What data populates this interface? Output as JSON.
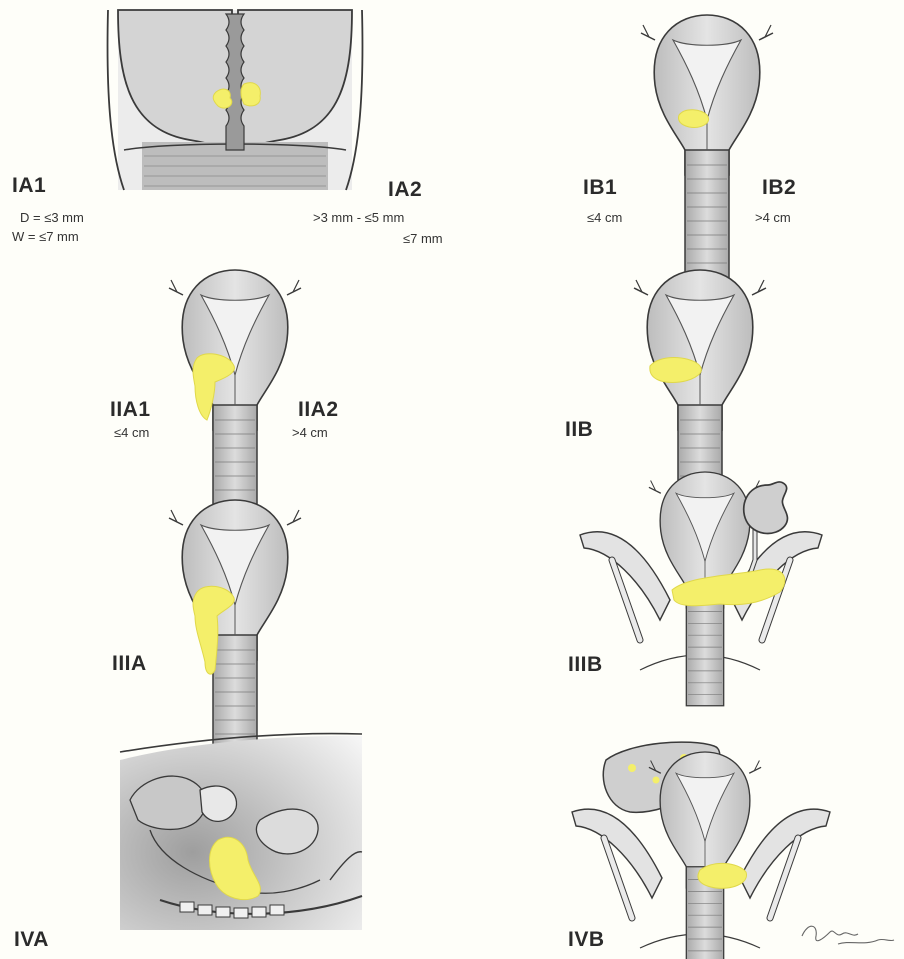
{
  "stages": {
    "ia1": {
      "label": "IA1",
      "depth": "D = ≤3 mm",
      "width": "W = ≤7 mm"
    },
    "ia2": {
      "label": "IA2",
      "depth": ">3 mm - ≤5 mm",
      "width": "≤7 mm"
    },
    "ib1": {
      "label": "IB1",
      "size": "≤4 cm"
    },
    "ib2": {
      "label": "IB2",
      "size": ">4 cm"
    },
    "iia1": {
      "label": "IIA1",
      "size": "≤4 cm"
    },
    "iia2": {
      "label": "IIA2",
      "size": ">4 cm"
    },
    "iib": {
      "label": "IIB"
    },
    "iiia": {
      "label": "IIIA"
    },
    "iiib": {
      "label": "IIIB"
    },
    "iva": {
      "label": "IVA"
    },
    "ivb": {
      "label": "IVB"
    }
  },
  "colors": {
    "tumor": "#f4ef6a",
    "tissue": "#d9d9d9",
    "tissue_dark": "#9a9a9a",
    "outline": "#3a3a3a",
    "background": "#fefef9"
  },
  "icons": [
    "uterus-cervix-icon",
    "tumor-icon",
    "kidney-icon",
    "liver-icon",
    "pelvis-icon",
    "sagittal-pelvis-icon"
  ]
}
